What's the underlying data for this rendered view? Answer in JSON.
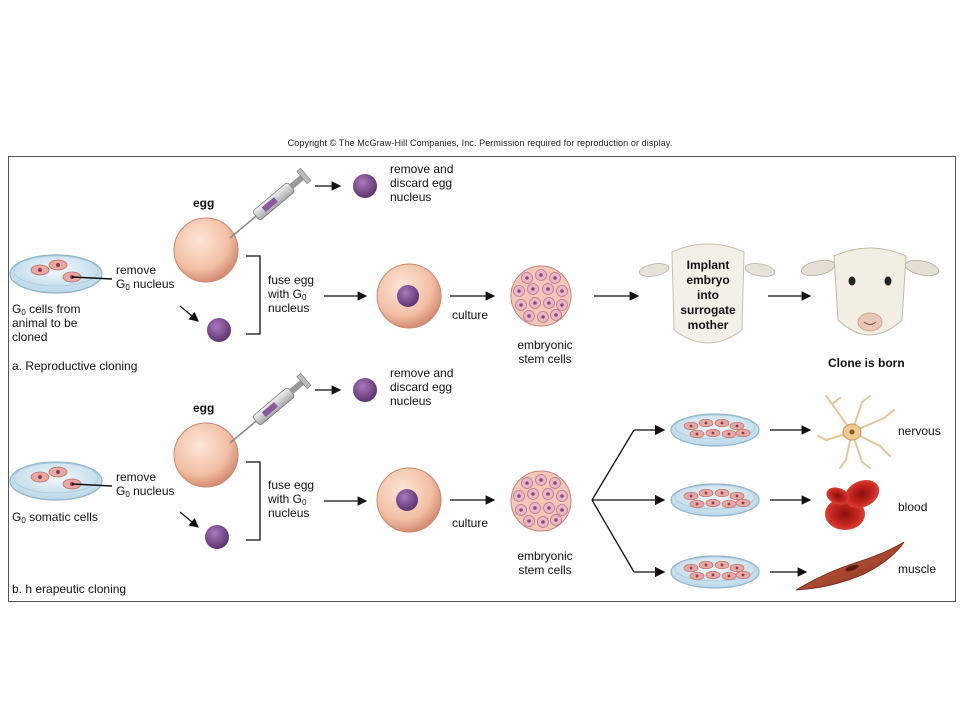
{
  "copyright": "Copyright © The McGraw-Hill Companies, Inc. Permission required for reproduction or display.",
  "reproductive": {
    "egg_label": "egg",
    "remove_discard": [
      "remove and",
      "discard egg",
      "nucleus"
    ],
    "remove_nucleus": [
      "remove",
      "G",
      "0",
      " nucleus"
    ],
    "cells_from": [
      "G",
      "0",
      " cells from",
      "animal to be",
      "cloned"
    ],
    "fuse": [
      "fuse egg",
      "with G",
      "0",
      "nucleus"
    ],
    "culture": "culture",
    "stem_cells": [
      "embryonic",
      "stem cells"
    ],
    "implant": [
      "Implant",
      "embryo",
      "into",
      "surrogate",
      "mother"
    ],
    "clone_born": "Clone is born",
    "caption": "a. Reproductive cloning"
  },
  "therapeutic": {
    "egg_label": "egg",
    "remove_discard": [
      "remove and",
      "discard egg",
      "nucleus"
    ],
    "remove_nucleus": [
      "remove",
      "G",
      "0",
      " nucleus"
    ],
    "somatic": [
      "G",
      "0",
      " somatic cells"
    ],
    "fuse": [
      "fuse egg",
      "with G",
      "0",
      "nucleus"
    ],
    "culture": "culture",
    "stem_cells": [
      "embryonic",
      "stem cells"
    ],
    "outcomes": [
      "nervous",
      "blood",
      "muscle"
    ],
    "caption": "b. h erapeutic cloning"
  },
  "colors": {
    "egg": "#f0c2a8",
    "egg_edge": "#c98a72",
    "nucleus": "#7a4a8c",
    "cell_pink": "#e8a8a4",
    "dish": "#cfe4f0",
    "blood": "#c0221c",
    "muscle": "#a8402a"
  }
}
